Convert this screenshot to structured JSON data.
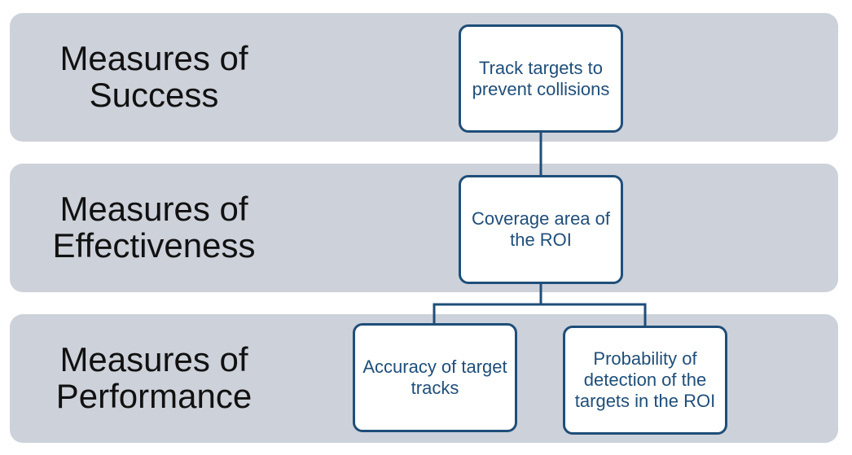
{
  "bands": {
    "success": "Measures of\nSuccess",
    "effectiveness": "Measures of\nEffectiveness",
    "performance": "Measures of\nPerformance"
  },
  "nodes": {
    "track": "Track targets to prevent collisions",
    "coverage": "Coverage area of the ROI",
    "accuracy": "Accuracy of target tracks",
    "probability": "Probability of detection of the targets in the ROI"
  },
  "colors": {
    "band": "#cdd1da",
    "node_border": "#1f4e79",
    "node_text": "#1f4e79",
    "title_text": "#111111"
  }
}
